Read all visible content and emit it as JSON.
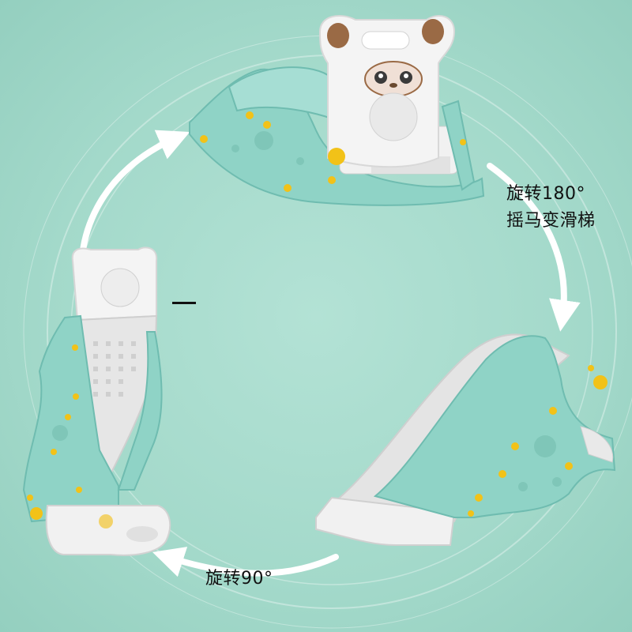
{
  "captions": {
    "rotate_180": "旋转180°",
    "rocking_to_slide": "摇马变滑梯",
    "rotate_90": "旋转90°"
  },
  "colors": {
    "background": "#a3d9ca",
    "body_mint": "#8fd3c6",
    "body_mint_dark": "#6fbcb0",
    "panel_white": "#f1f1f1",
    "slide_gray": "#e4e4e4",
    "knob_yellow": "#f2c218",
    "bear_brown": "#9a6a45",
    "arrow_white": "#ffffff"
  },
  "figures": [
    {
      "name": "rocking-horse-mode"
    },
    {
      "name": "slide-mode"
    },
    {
      "name": "climber-mode"
    }
  ]
}
